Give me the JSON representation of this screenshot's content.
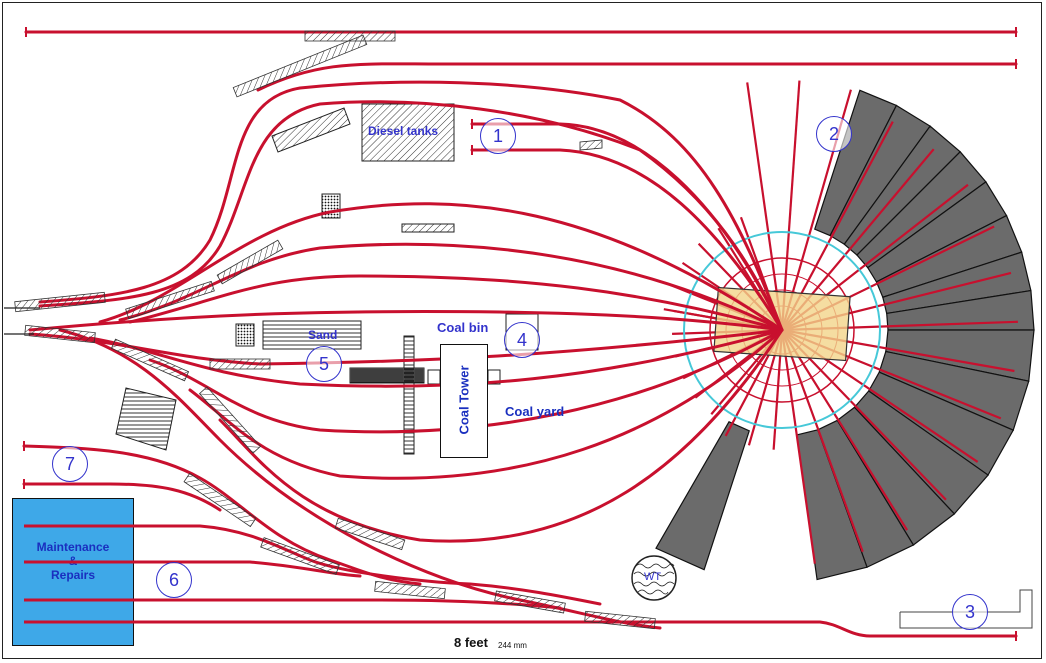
{
  "labels": {
    "diesel_tanks": "Diesel tanks",
    "sand": "Sand",
    "coal_bin": "Coal bin",
    "coal_yard": "Coal yard",
    "coal_tower": "Coal Tower",
    "maintenance": "Maintenance",
    "ampersand": "&",
    "repairs": "Repairs",
    "water_tank": "WT"
  },
  "markers": [
    "1",
    "2",
    "3",
    "4",
    "5",
    "6",
    "7"
  ],
  "footer": {
    "length": "8 feet",
    "mm": "244 mm"
  },
  "colors": {
    "track": "#c8102e",
    "roundhouse": "#6b6b6b",
    "turntable_ring": "#46c8d8",
    "turntable_pit": "#f2d48a",
    "maintenance_building": "#3ea8e8",
    "label_blue": "#3333cc"
  }
}
